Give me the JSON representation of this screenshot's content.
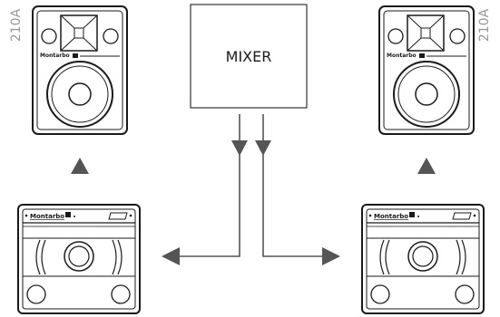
{
  "mixer": {
    "label": "MIXER"
  },
  "speakers": {
    "left_model": "210A",
    "right_model": "210A",
    "brand": "Montarbo"
  },
  "monitors": {
    "left_brand": "Montarbo",
    "right_brand": "Montarbo"
  },
  "colors": {
    "line": "#1a1a1a",
    "arrow": "#555555",
    "model_text": "#999999"
  }
}
